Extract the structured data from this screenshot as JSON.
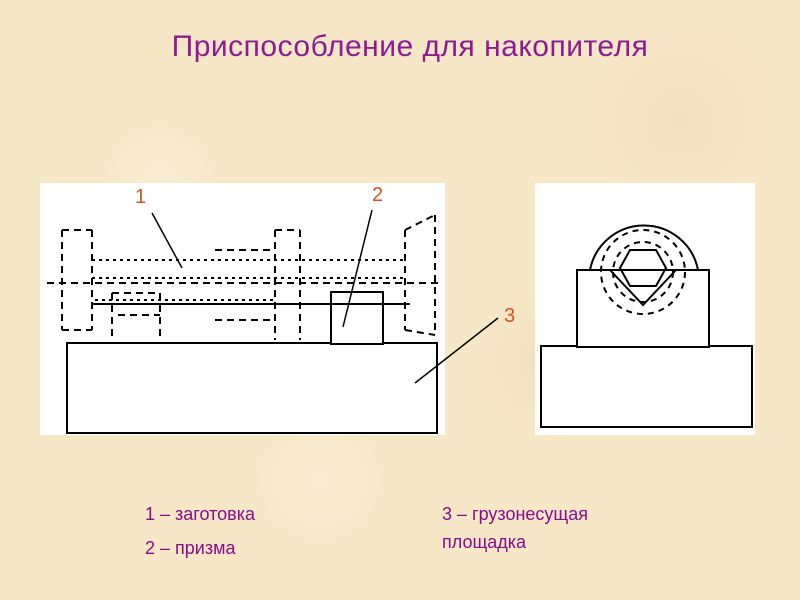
{
  "title": "Приспособление для накопителя",
  "callouts": [
    "1",
    "2",
    "3"
  ],
  "legend": {
    "item1": "1 – заготовка",
    "item2": "2 – призма",
    "item3_line1": "3 – грузонесущая",
    "item3_line2": "площадка"
  },
  "colors": {
    "title": "#8f1a93",
    "callout": "#d2551e",
    "legend": "#8a0b8c",
    "background": "#f6e7c6"
  }
}
